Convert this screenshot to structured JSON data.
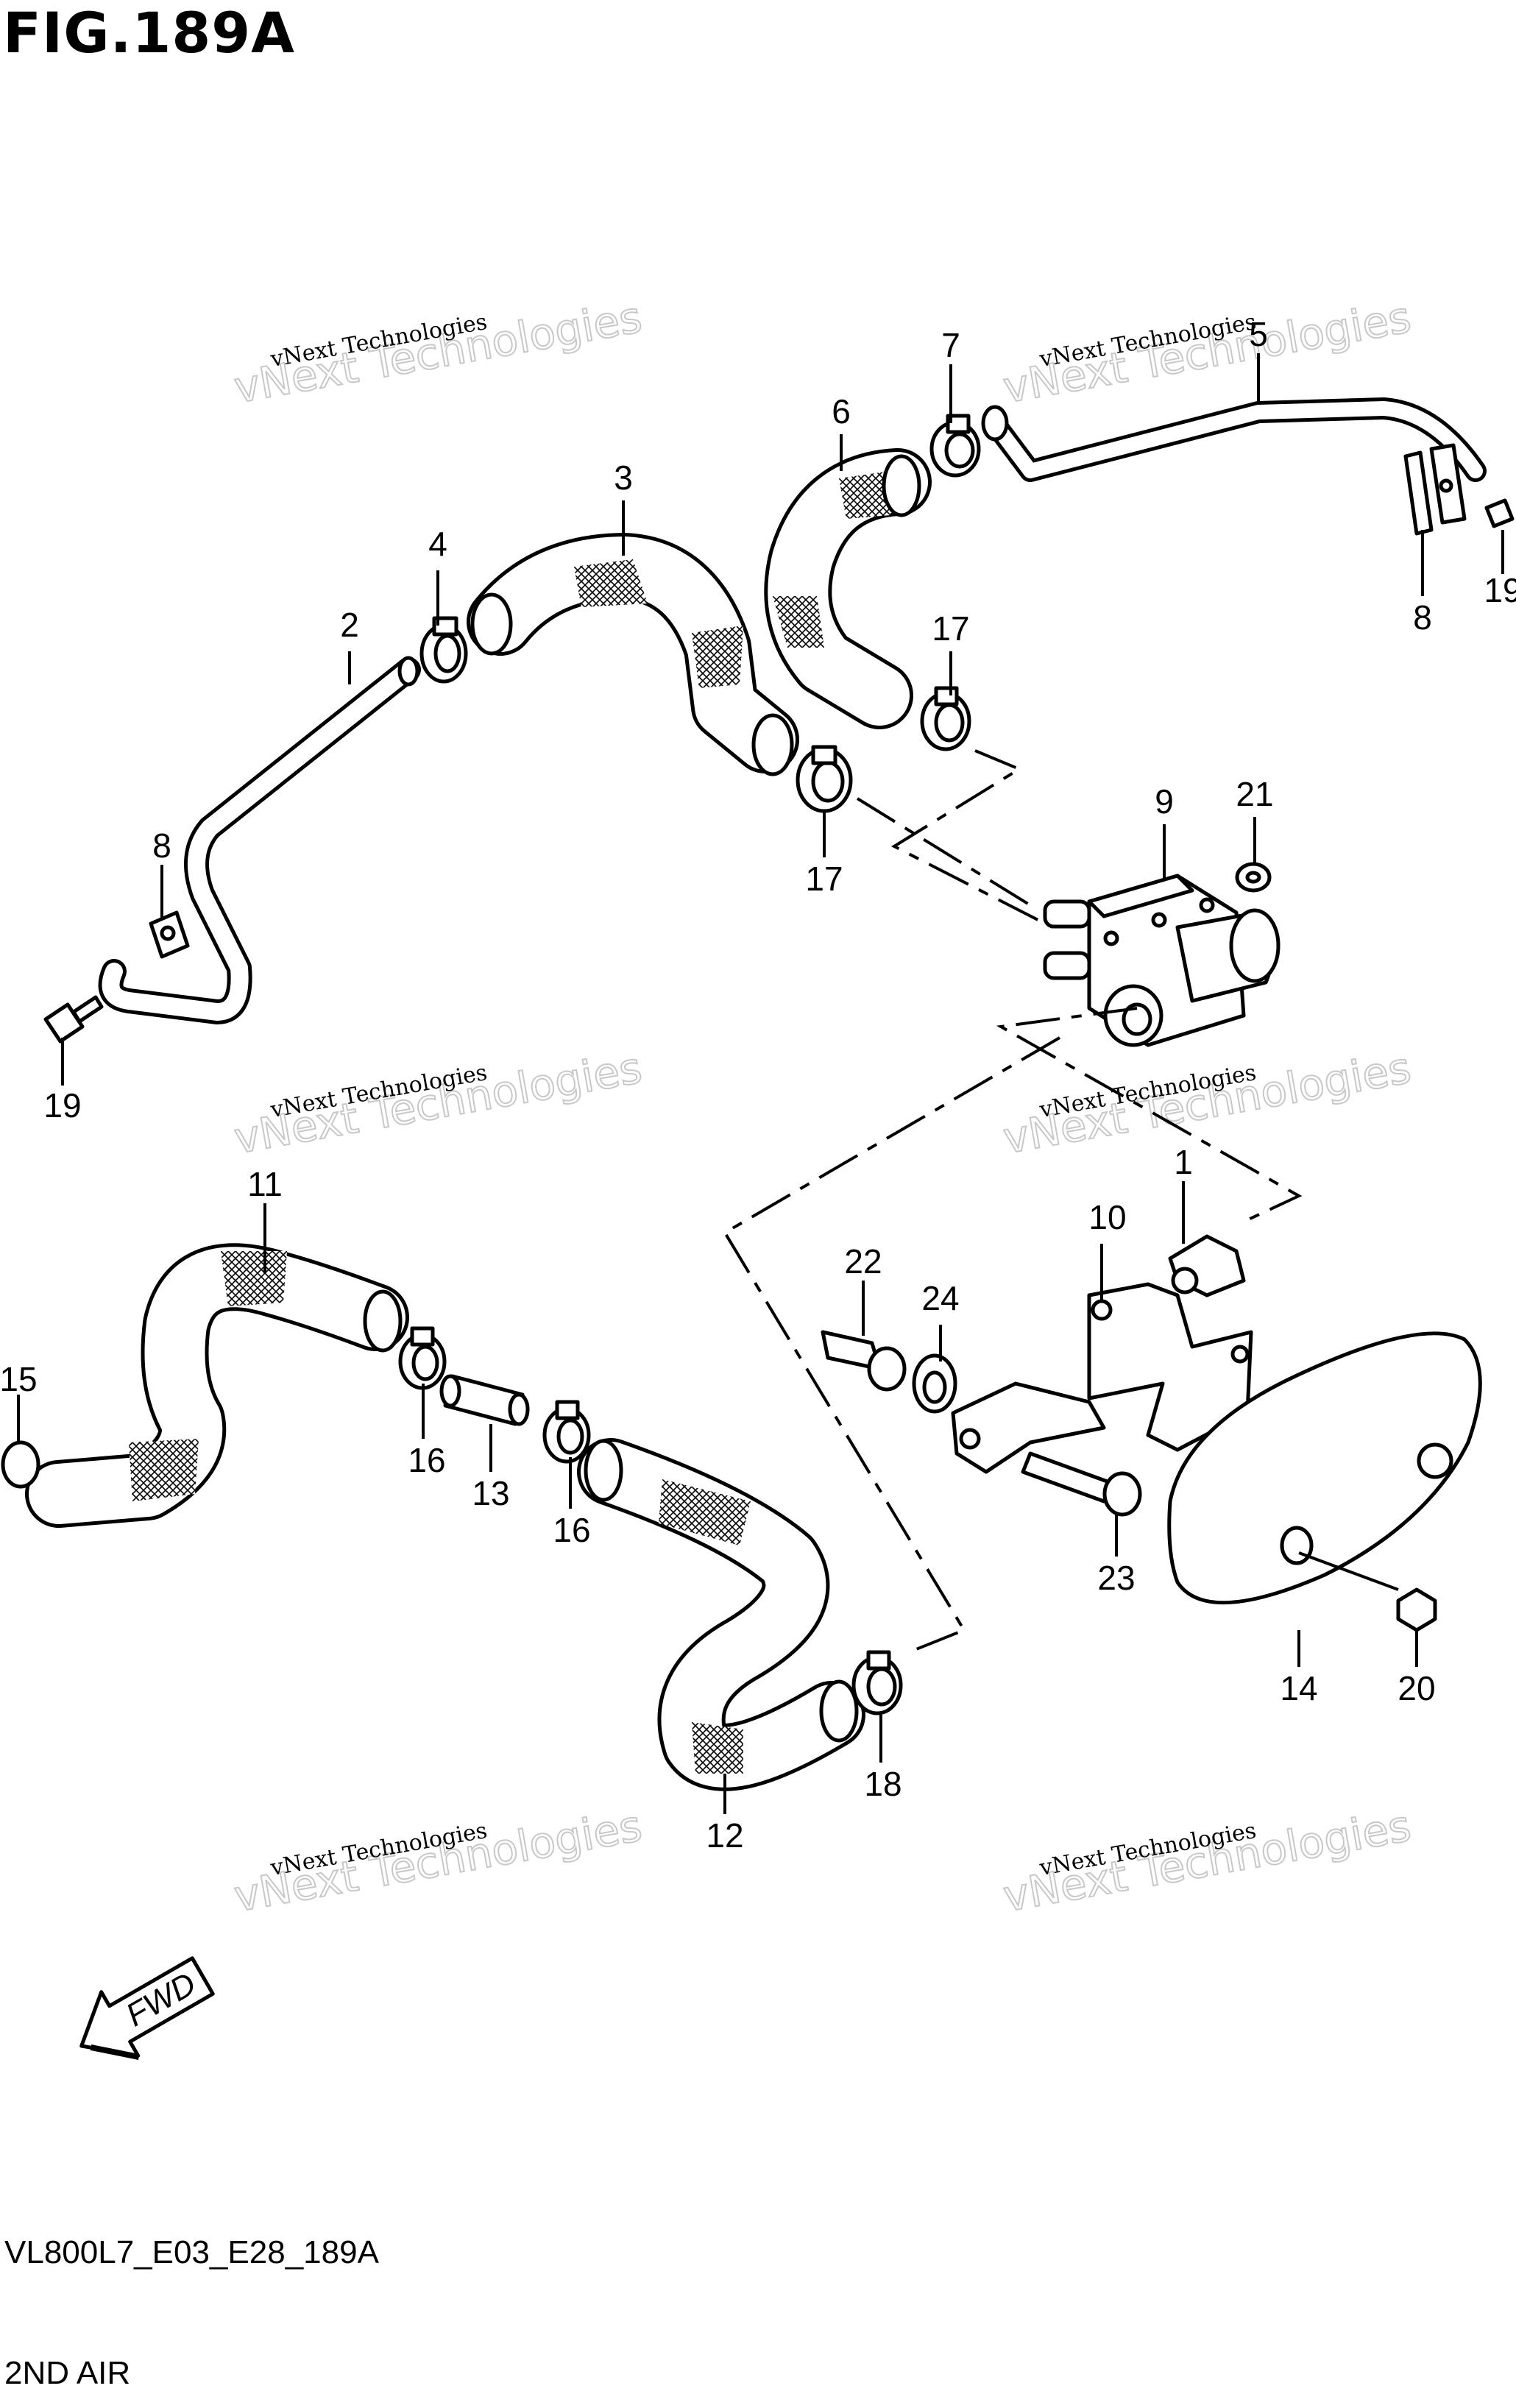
{
  "figure": {
    "title": "FIG.189A",
    "model_code": "VL800L7_E03_E28_189A",
    "section_name": "2ND AIR"
  },
  "watermark": {
    "line1": "vNext Technologies",
    "line2": "vNext Technologies"
  },
  "direction_arrow": {
    "label": "FWD"
  },
  "callouts": [
    "1",
    "2",
    "3",
    "4",
    "5",
    "6",
    "7",
    "8",
    "8",
    "9",
    "10",
    "11",
    "12",
    "13",
    "14",
    "15",
    "16",
    "16",
    "17",
    "17",
    "18",
    "19",
    "19",
    "20",
    "21",
    "22",
    "23",
    "24"
  ]
}
